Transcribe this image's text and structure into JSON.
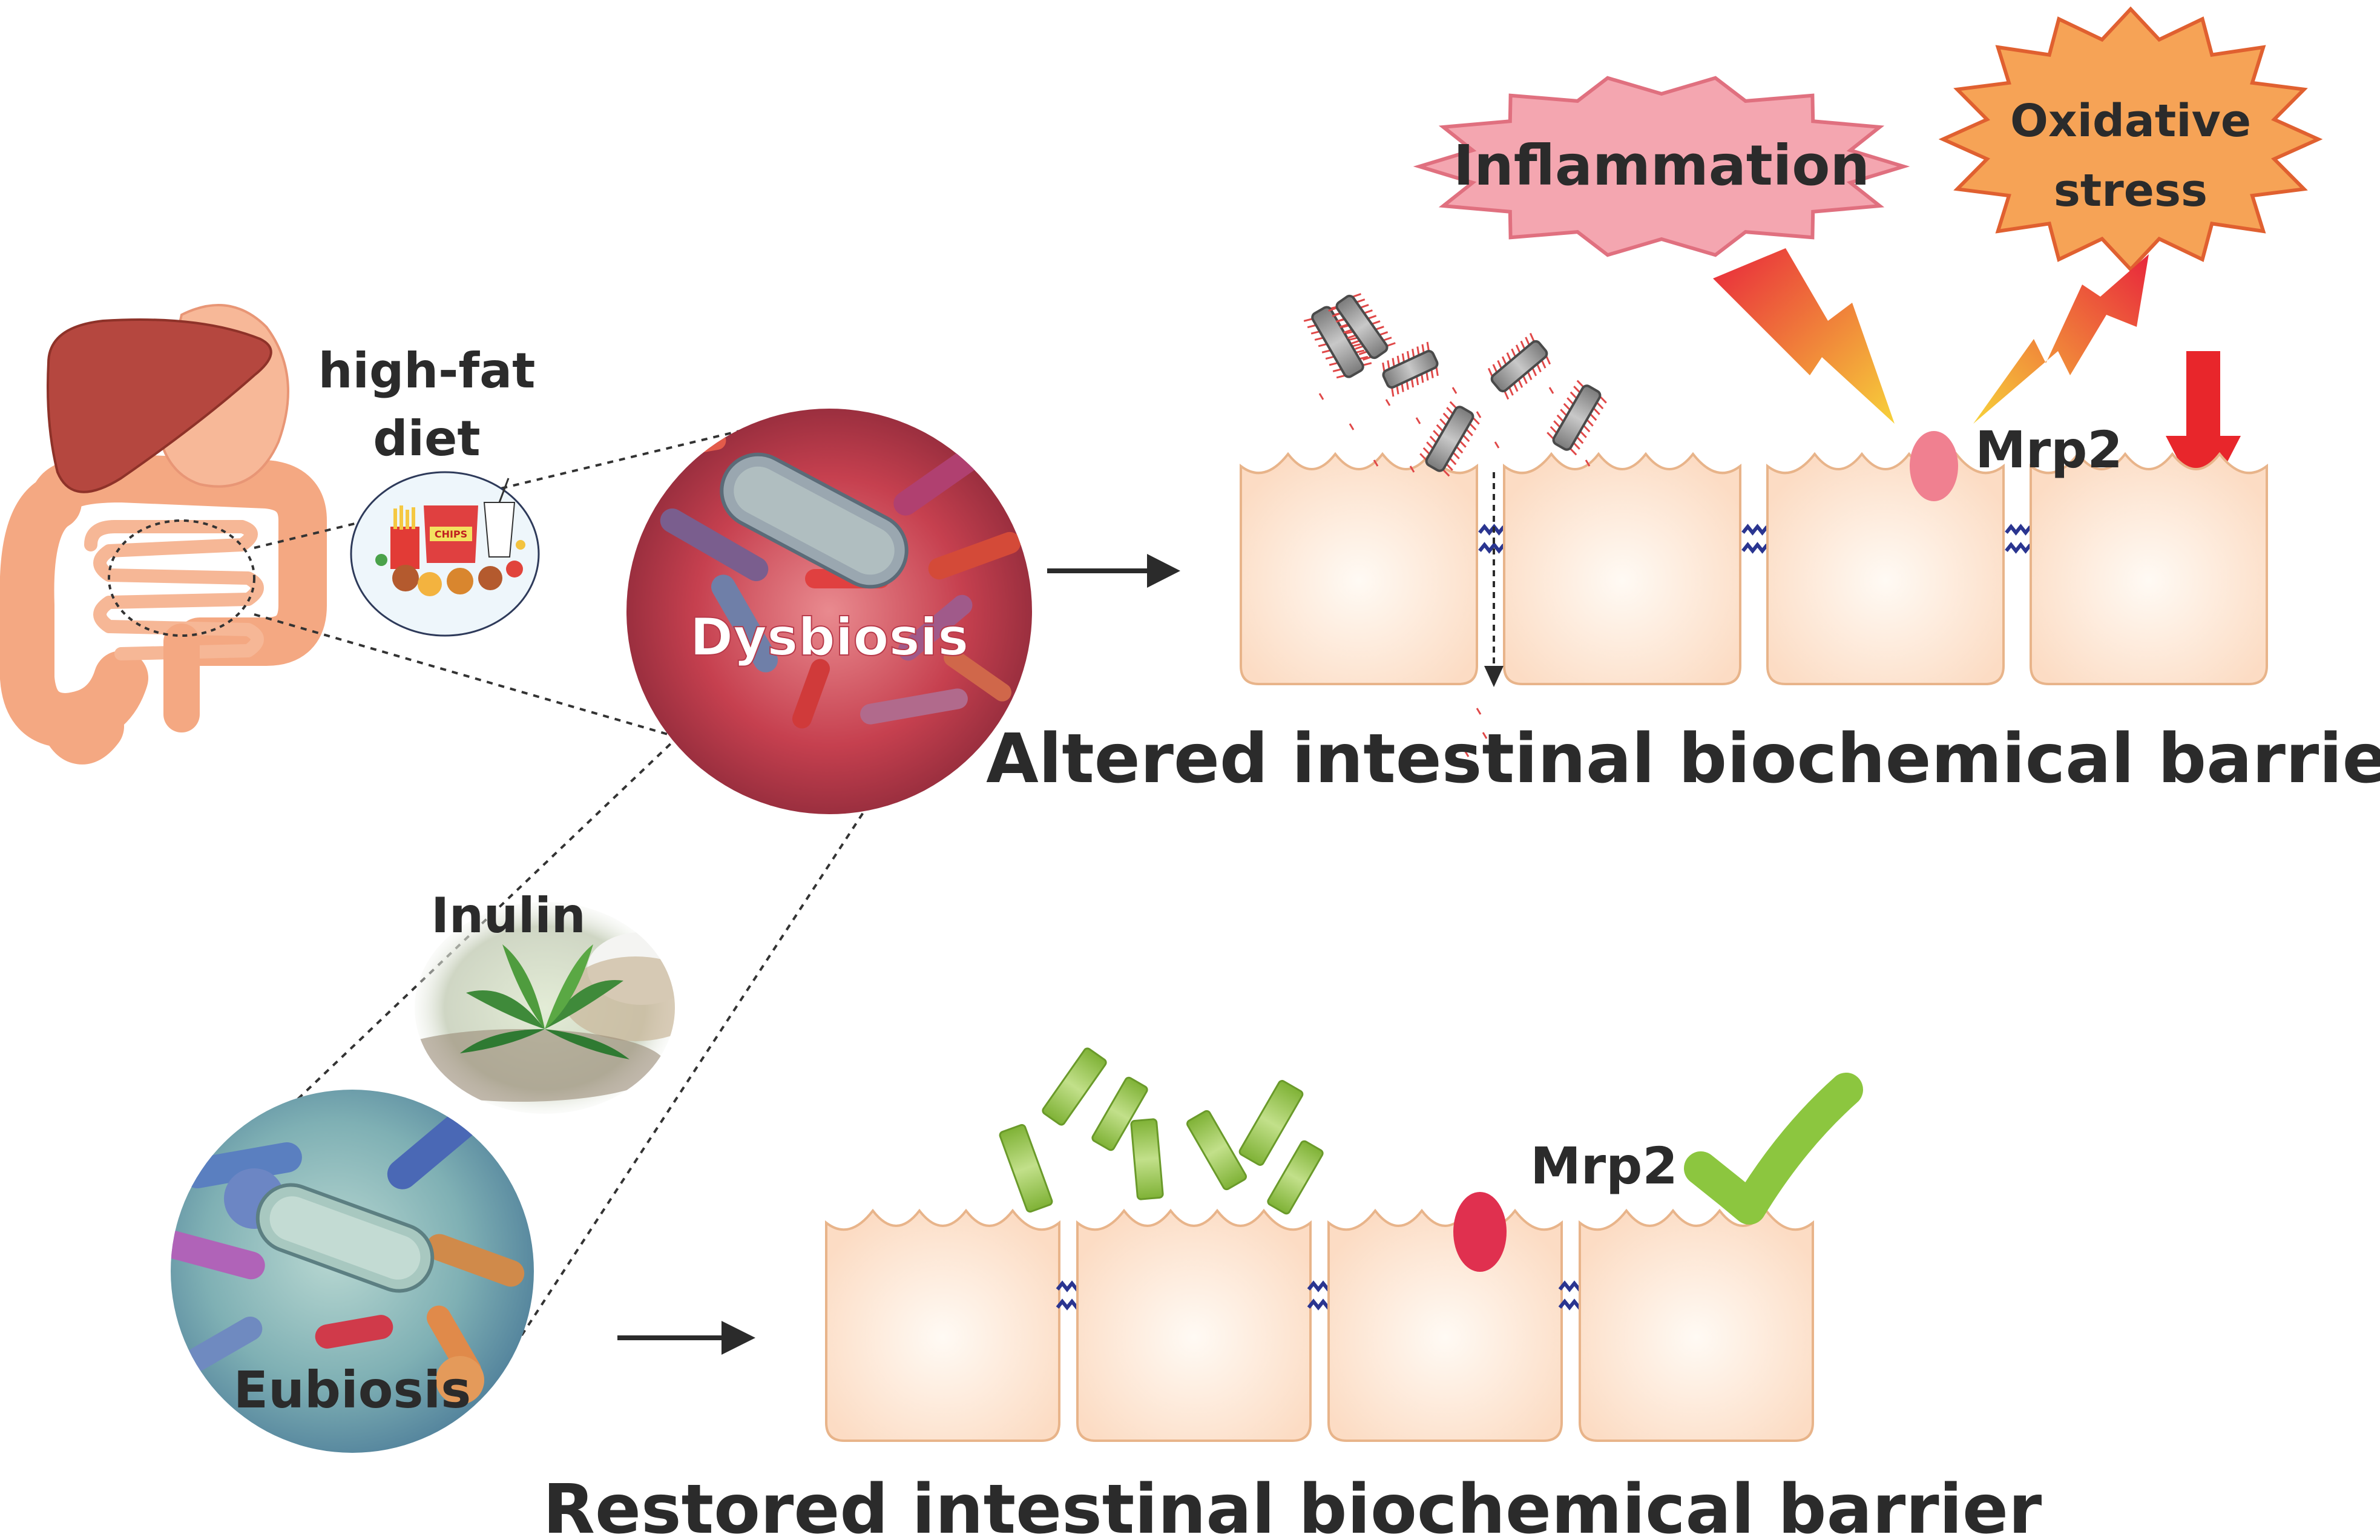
{
  "labels": {
    "high_fat_diet_line1": "high-fat",
    "high_fat_diet_line2": "diet",
    "dysbiosis": "Dysbiosis",
    "inulin": "Inulin",
    "eubiosis": "Eubiosis",
    "inflammation": "Inflammation",
    "oxidative_line1": "Oxidative",
    "oxidative_line2": "stress",
    "mrp2_top": "Mrp2",
    "mrp2_bottom": "Mrp2",
    "altered_barrier": "Altered intestinal biochemical barrier",
    "restored_barrier": "Restored intestinal biochemical barrier",
    "chips": "CHIPS"
  },
  "colors": {
    "inflammation_fill": "#f4a6b0",
    "inflammation_stroke": "#e0707f",
    "oxidative_fill": "#f6a356",
    "oxidative_stroke": "#e06030",
    "cell_fill": "#fde3cf",
    "cell_stroke": "#e8b48a",
    "junction": "#2a3590",
    "mrp2_top": "#f08090",
    "mrp2_bottom": "#e0304f",
    "down_arrow": "#e8262b",
    "check": "#8cc63f",
    "good_bacteria": "#9ccc50",
    "bad_bacteria": "#9a9a9a",
    "dysbiosis_bg": "#c8485a",
    "eubiosis_bg": "#7fb3b0",
    "organ_liver": "#b5473f",
    "organ_intestine": "#f4a882"
  }
}
